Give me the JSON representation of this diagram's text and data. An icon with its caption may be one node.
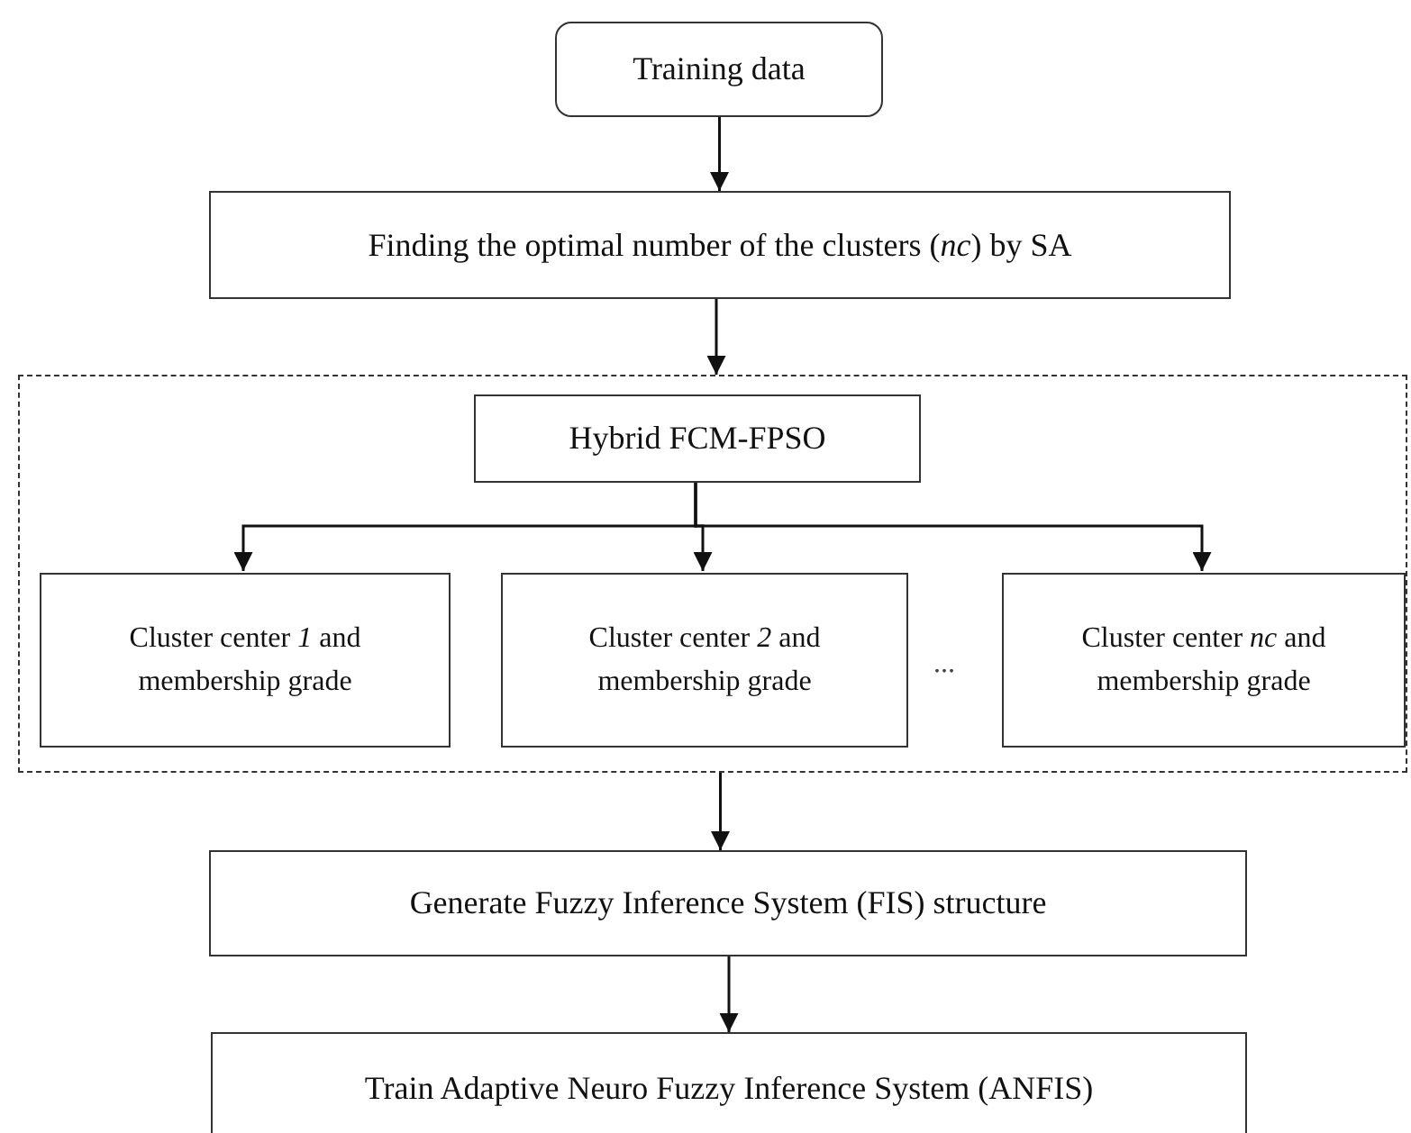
{
  "diagram": {
    "nodes": [
      {
        "text": [
          "Training data"
        ]
      },
      {
        "text": [
          "Finding the optimal number of the clusters (*nc*) by SA"
        ]
      },
      {
        "text": [],
        "shape": "box"
      },
      {
        "text": [
          "Hybrid FCM-FPSO"
        ],
        "in": 2
      },
      {
        "text": [
          "Cluster center *1* and membership grade"
        ],
        "in": 2
      },
      {
        "text": [
          "Cluster center *2* and membership grade"
        ],
        "in": 2
      },
      {
        "text": [
          "Cluster center *nc* and membership grade"
        ],
        "in": 2
      },
      {
        "text": [
          "Generate Fuzzy Inference System (FIS) structure"
        ]
      },
      {
        "text": [
          "Train Adaptive Neuro Fuzzy Inference System (ANFIS)"
        ]
      }
    ],
    "edges": [
      {
        "from": 0,
        "to": 1,
        "arrow": "to"
      },
      {
        "from": 1,
        "to": 2,
        "arrow": "to"
      },
      {
        "from": 3,
        "to": 4,
        "arrow": "to"
      },
      {
        "from": 3,
        "to": 5,
        "arrow": "to"
      },
      {
        "from": 3,
        "to": 6,
        "arrow": "to"
      },
      {
        "from": 2,
        "to": 7,
        "arrow": "to"
      },
      {
        "from": 7,
        "to": 8,
        "arrow": "to"
      }
    ],
    "labels": [
      "..."
    ]
  }
}
